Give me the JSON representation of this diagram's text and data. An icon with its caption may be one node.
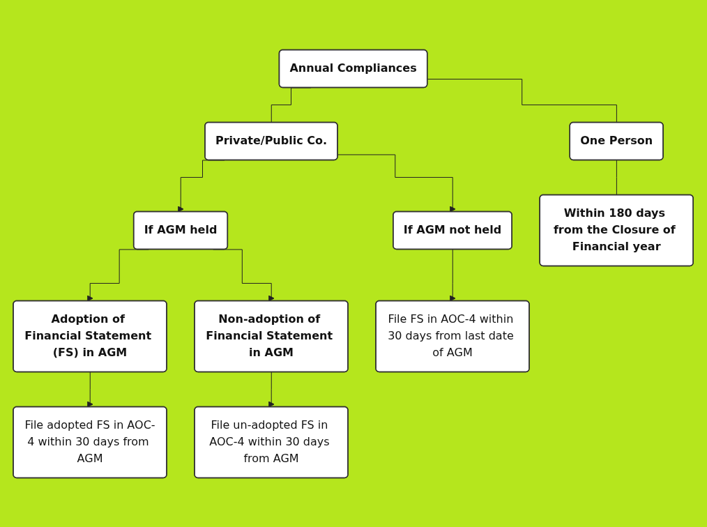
{
  "diagram": {
    "nodes": [
      {
        "text": [
          "Annual Compliances"
        ]
      },
      {
        "text": [
          "Private/Public Co."
        ]
      },
      {
        "text": [
          "One Person"
        ]
      },
      {
        "text": [
          "If AGM held"
        ]
      },
      {
        "text": [
          "If AGM not held"
        ]
      },
      {
        "text": [
          "Within 180 days from the Closure of Financial year"
        ]
      },
      {
        "text": [
          "Adoption of Financial Statement (FS) in AGM"
        ]
      },
      {
        "text": [
          "Non-adoption of Financial Statement in AGM"
        ]
      },
      {
        "text": [
          "File adopted FS in AOC-4 within 30 days from AGM"
        ]
      },
      {
        "text": [
          "File un-adopted FS in AOC-4 within 30 days from AGM"
        ]
      },
      {
        "text": [
          "File FS in AOC-4 within 30 days from last date of AGM"
        ]
      }
    ],
    "edges": [
      {
        "from": 0,
        "to": 1,
        "arrow": "none"
      },
      {
        "from": 0,
        "to": 2,
        "arrow": "none"
      },
      {
        "from": 1,
        "to": 3,
        "arrow": "to"
      },
      {
        "from": 1,
        "to": 4,
        "arrow": "to"
      },
      {
        "from": 2,
        "to": 5,
        "arrow": "none"
      },
      {
        "from": 3,
        "to": 6,
        "arrow": "to"
      },
      {
        "from": 3,
        "to": 7,
        "arrow": "to"
      },
      {
        "from": 4,
        "to": 10,
        "arrow": "to"
      },
      {
        "from": 6,
        "to": 8,
        "arrow": "to"
      },
      {
        "from": 7,
        "to": 9,
        "arrow": "to"
      }
    ]
  }
}
